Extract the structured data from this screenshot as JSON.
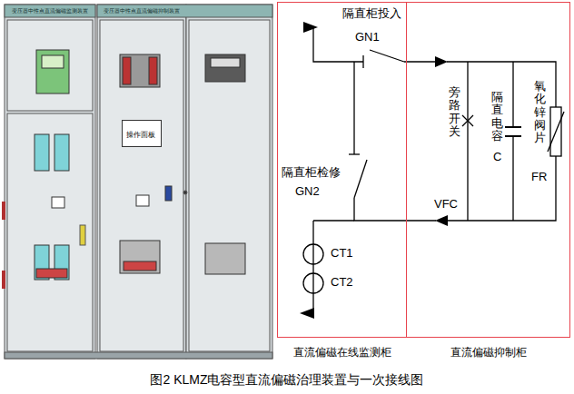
{
  "diagram": {
    "caption": "图2 KLMZ电容型直流偏磁治理装置与一次接线图",
    "nodes": [
      {
        "text": [
          "操作面板"
        ]
      },
      {
        "text": [
          "直流偏磁在线监测柜"
        ]
      },
      {
        "text": [
          "直流偏磁抑制柜"
        ]
      }
    ],
    "labels": [
      "变压器中性点直流偏磁监测装置",
      "变压器中性点直流偏磁抑制装置",
      "隔直柜投入",
      "GN1",
      "隔直柜检修",
      "GN2",
      "CT1",
      "CT2",
      "旁路开关",
      "VFC",
      "隔直电容",
      "C",
      "氧化锌阀片",
      "FR"
    ]
  }
}
